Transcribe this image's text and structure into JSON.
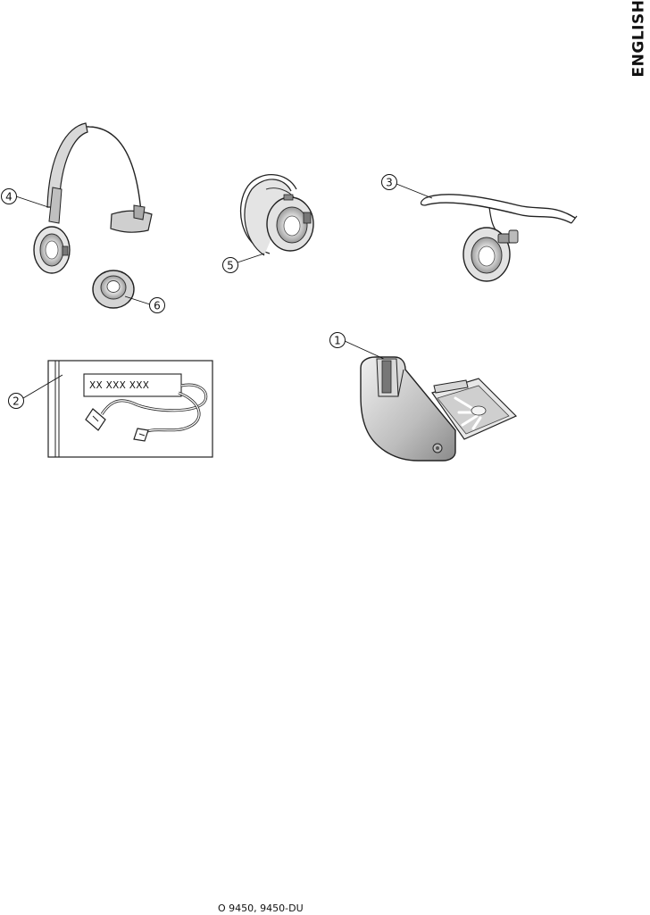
{
  "language_tab": "ENGLISH",
  "callouts": {
    "c1": "1",
    "c2": "2",
    "c3": "3",
    "c4": "4",
    "c5": "5",
    "c6": "6"
  },
  "cable_pack_label": "XX XXX XXX",
  "footer": "O 9450, 9450-DU"
}
